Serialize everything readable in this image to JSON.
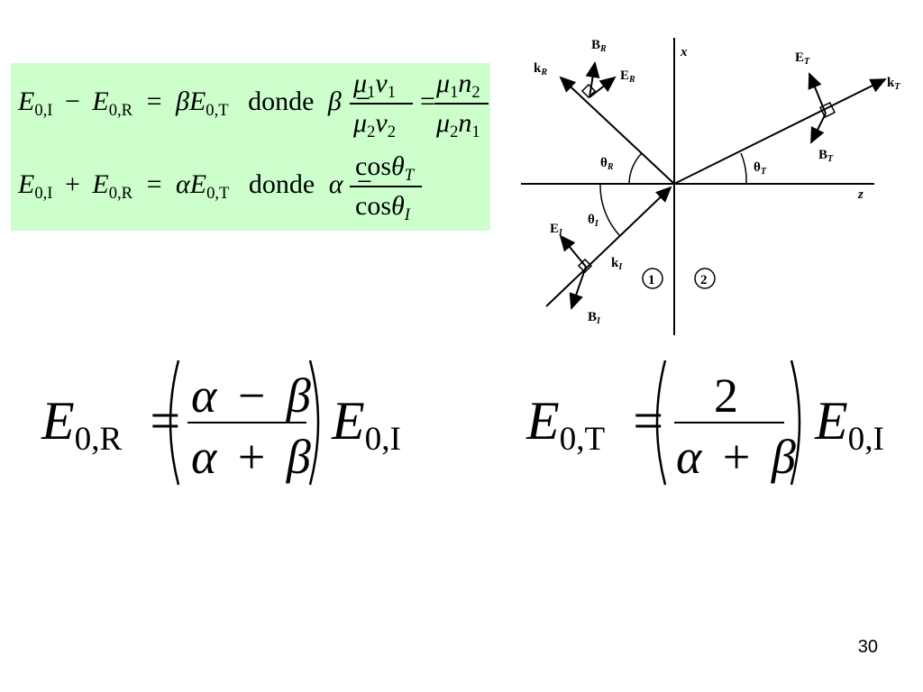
{
  "text": {
    "donde": "donde",
    "cos": "cos"
  },
  "symbols": {
    "E": "E",
    "minus": "−",
    "plus": "+",
    "equals": "=",
    "beta": "β",
    "alpha": "α",
    "mu": "μ",
    "theta": "θ",
    "v": "v",
    "n": "n",
    "two": "2"
  },
  "subscripts": {
    "0I": "0,I",
    "0R": "0,R",
    "0T": "0,T",
    "one": "1",
    "two": "2",
    "T": "T",
    "I": "I"
  },
  "diagram": {
    "axis_x": "x",
    "axis_z": "z",
    "kR": "k",
    "BR": "B",
    "ER": "E",
    "ET": "E",
    "kT": "k",
    "BT": "B",
    "thetaR": "θ",
    "thetaT": "θ",
    "thetaI": "θ",
    "EI": "E",
    "kI": "k",
    "BI": "B",
    "sub_R": "R",
    "sub_T": "T",
    "sub_I": "I",
    "medium1": "1",
    "medium2": "2"
  },
  "page_number": "30"
}
